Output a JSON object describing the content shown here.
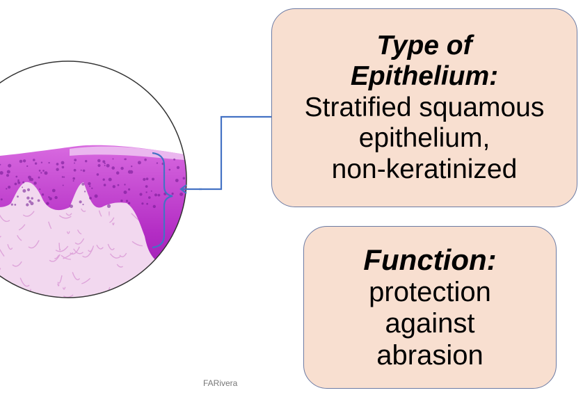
{
  "type_box": {
    "heading_lines": [
      "Type of",
      "Epithelium:"
    ],
    "body_lines": [
      "Stratified squamous",
      "epithelium,",
      "non-keratinized"
    ]
  },
  "function_box": {
    "heading": "Function:",
    "body_lines": [
      "protection",
      "against",
      "abrasion"
    ]
  },
  "credit": "FARivera",
  "colors": {
    "box_fill": "#f8dfd0",
    "box_border": "#6b7aa3",
    "connector": "#4472c4",
    "epithelium": "#b830c8",
    "connective_tissue": "#f2d8ef"
  }
}
